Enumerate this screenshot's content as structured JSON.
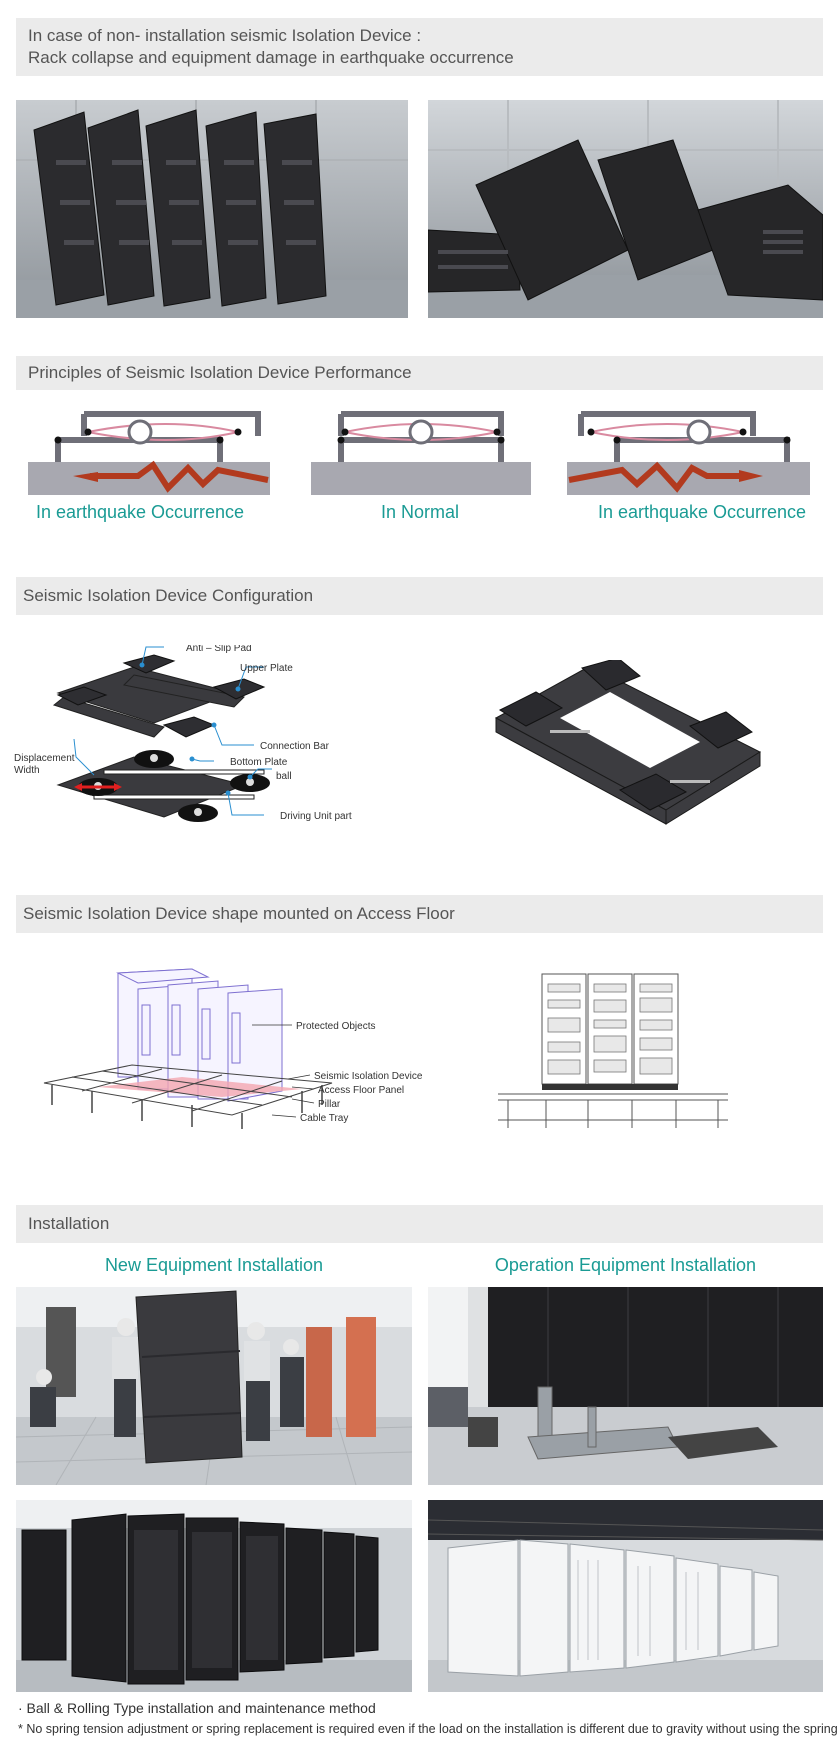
{
  "header": {
    "line1": "In case of non- installation seismic Isolation Device :",
    "line2": "Rack collapse and equipment damage in earthquake occurrence"
  },
  "principles": {
    "title": "Principles of  Seismic Isolation Device  Performance",
    "captions": [
      "In earthquake Occurrence",
      "In Normal",
      "In earthquake Occurrence"
    ]
  },
  "configuration": {
    "title": "Seismic Isolation Device Configuration",
    "labels": {
      "anti_slip_pad": "Anti – Slip Pad",
      "upper_plate": "Upper Plate",
      "connection_bar": "Connection Bar",
      "displacement_1": "Displacement",
      "displacement_2": "Width",
      "bottom_plate": "Bottom Plate",
      "ball": "ball",
      "driving_unit": "Driving Unit part"
    }
  },
  "access_floor": {
    "title": "Seismic Isolation Device shape mounted on Access Floor",
    "labels": {
      "protected_objects": "Protected Objects",
      "isolation_device": "Seismic Isolation Device",
      "floor_panel": "Access Floor Panel",
      "pillar": "Pillar",
      "cable_tray": "Cable Tray"
    }
  },
  "installation": {
    "title": "Installation",
    "new_equipment": "New Equipment Installation",
    "operation_equipment": "Operation Equipment Installation"
  },
  "notes": {
    "line1": "· Ball & Rolling Type installation and maintenance method",
    "line2": "* No spring tension adjustment or spring replacement is required even if the load on the installation is  different due to gravity without using the spring."
  },
  "colors": {
    "teal": "#1a9b94",
    "band": "#ebebeb",
    "arrow": "#b23a1e",
    "spring": "#d98aa0"
  }
}
